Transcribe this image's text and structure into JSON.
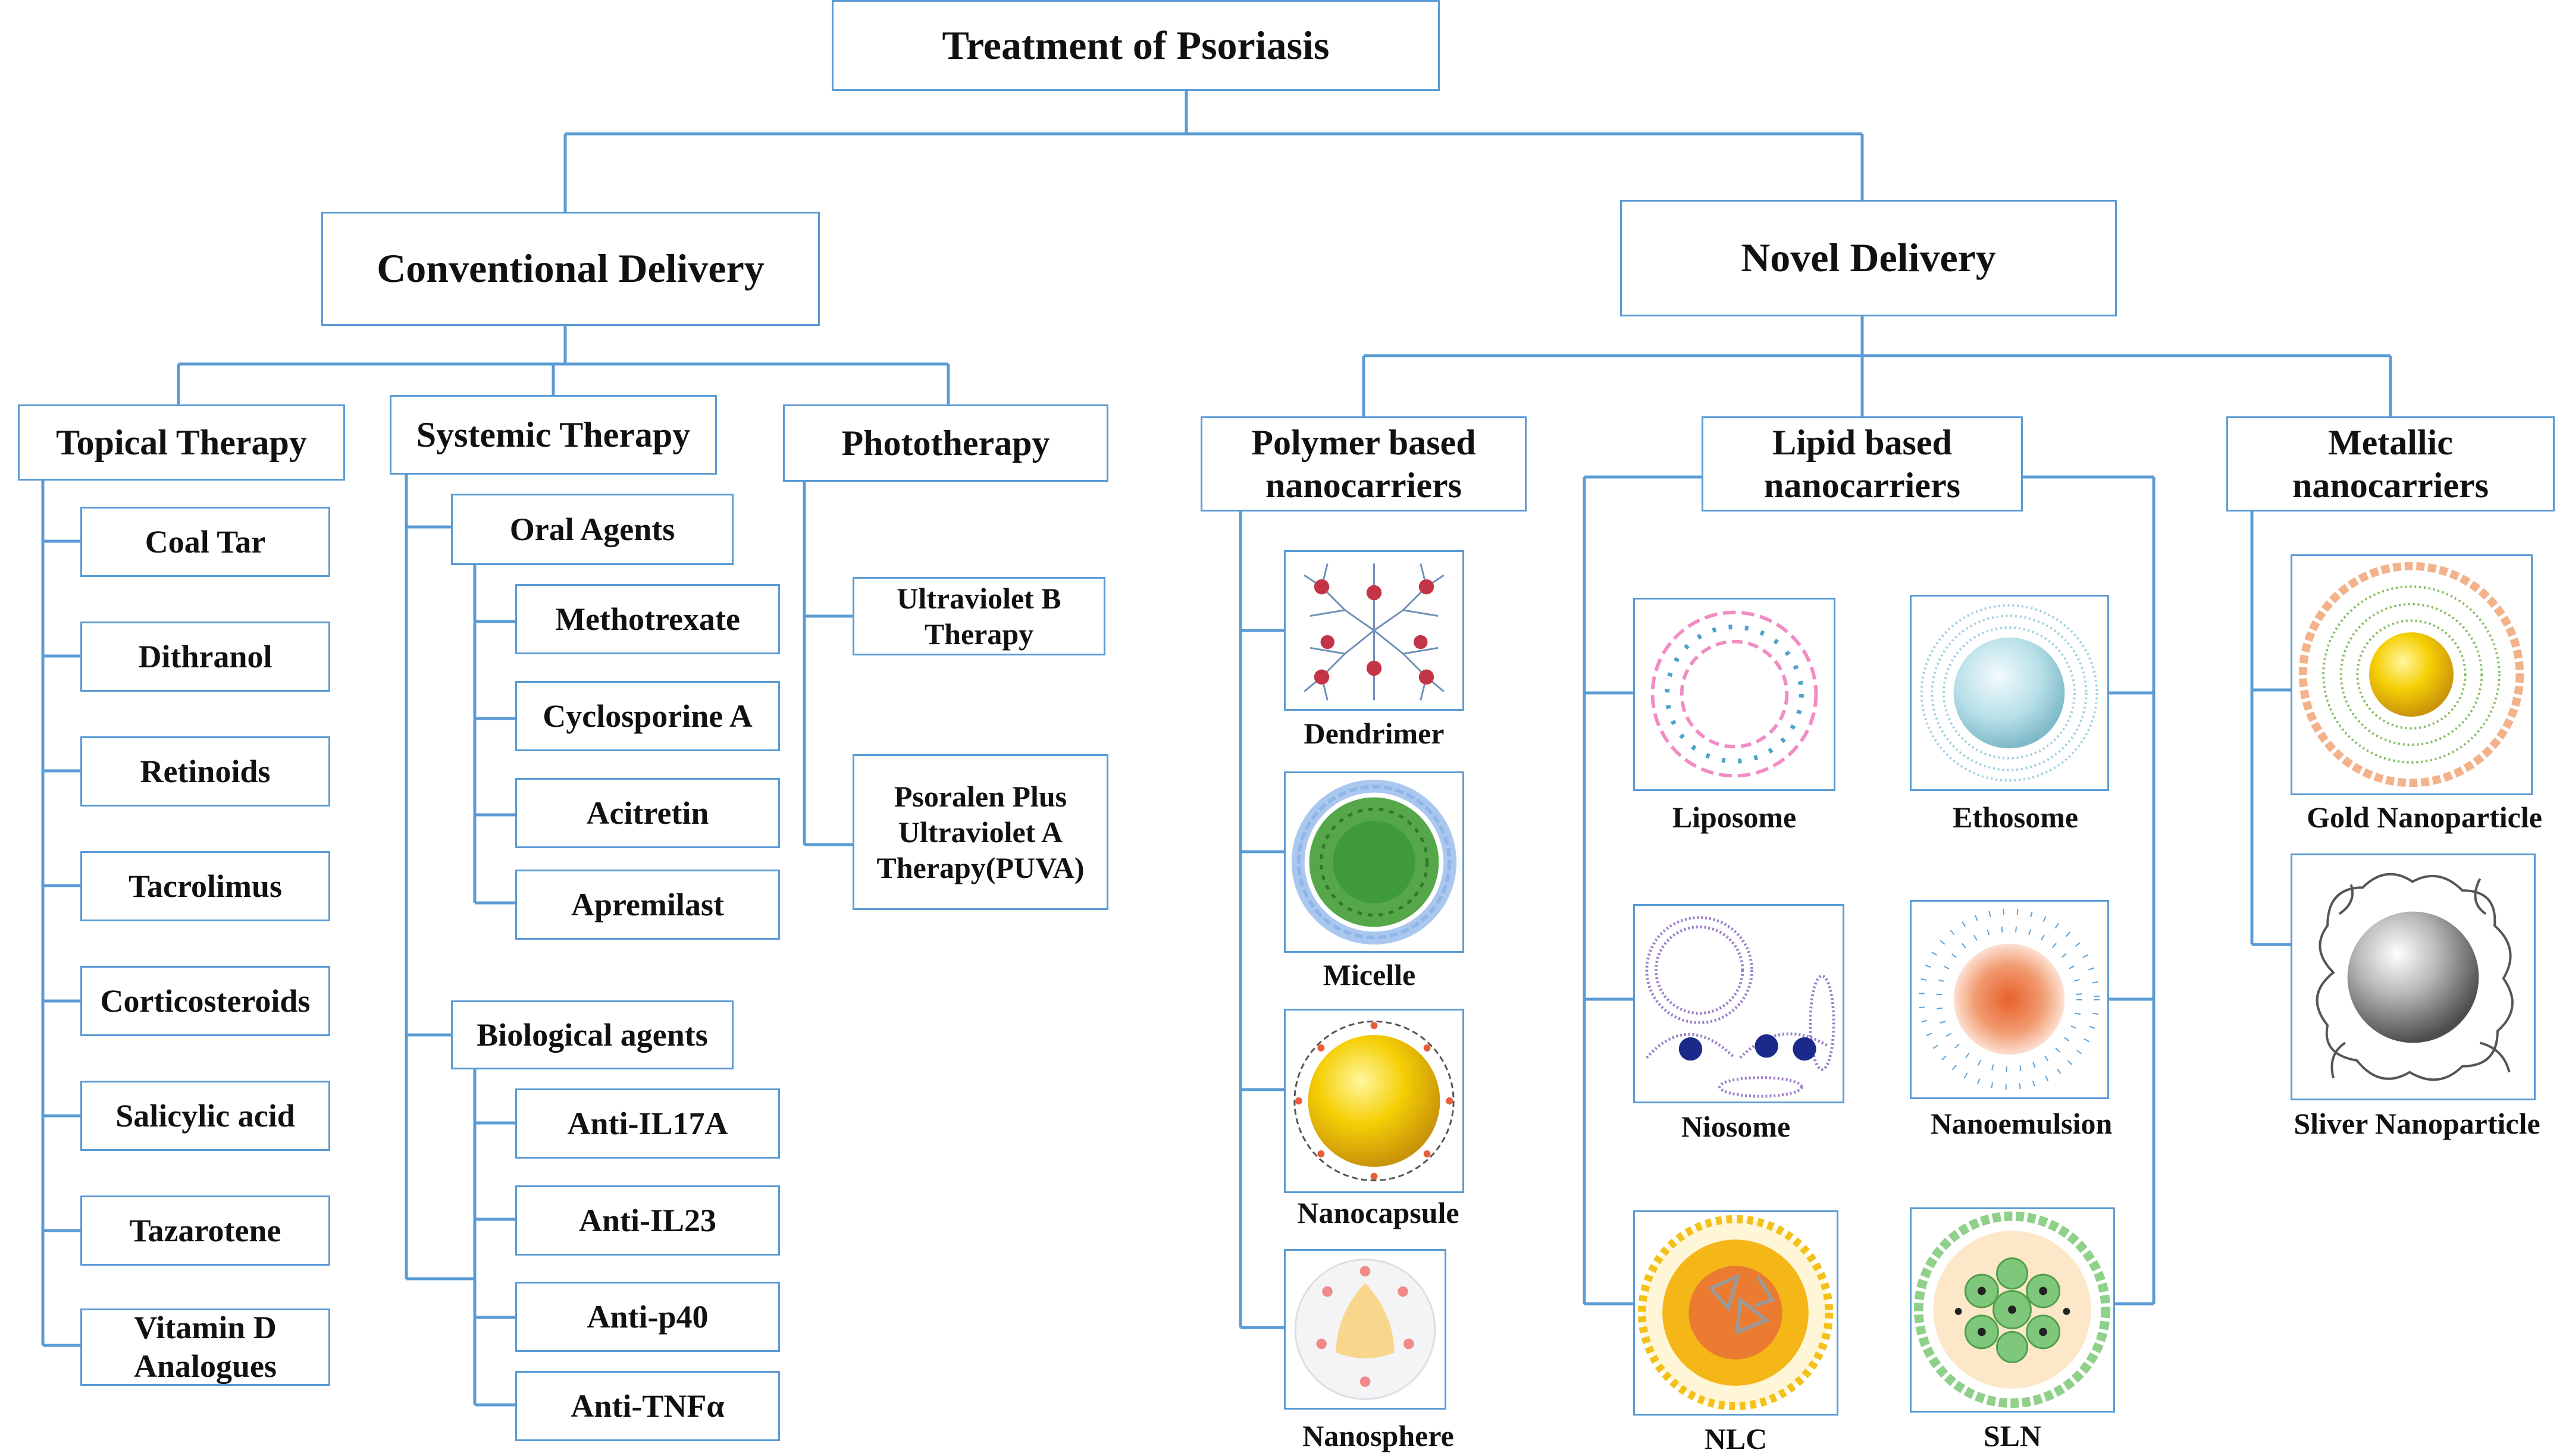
{
  "title": "Treatment of Psoriasis",
  "conventional": {
    "label": "Conventional Delivery",
    "topical": {
      "label": "Topical Therapy",
      "items": [
        "Coal Tar",
        "Dithranol",
        "Retinoids",
        "Tacrolimus",
        "Corticosteroids",
        "Salicylic acid",
        "Tazarotene",
        "Vitamin D\nAnalogues"
      ]
    },
    "systemic": {
      "label": "Systemic  Therapy",
      "oral": {
        "label": "Oral Agents",
        "items": [
          "Methotrexate",
          "Cyclosporine A",
          "Acitretin",
          "Apremilast"
        ]
      },
      "biological": {
        "label": "Biological agents",
        "items": [
          "Anti-IL17A",
          "Anti-IL23",
          "Anti-p40",
          "Anti-TNFα"
        ]
      }
    },
    "photo": {
      "label": "Phototherapy",
      "items": [
        "Ultraviolet B\nTherapy",
        "Psoralen Plus\nUltraviolet A\nTherapy(PUVA)"
      ]
    }
  },
  "novel": {
    "label": "Novel Delivery",
    "polymer": {
      "label": "Polymer  based\nnanocarriers",
      "items": [
        "Dendrimer",
        "Micelle",
        "Nanocapsule",
        "Nanosphere"
      ]
    },
    "lipid": {
      "label": "Lipid based\nnanocarriers",
      "items": [
        "Liposome",
        "Ethosome",
        "Niosome",
        "Nanoemulsion",
        "NLC",
        "SLN"
      ]
    },
    "metallic": {
      "label": "Metallic\nnanocarriers",
      "items": [
        "Gold Nanoparticle",
        "Sliver Nanoparticle"
      ]
    }
  },
  "colors": {
    "line": "#5b9bd5",
    "border": "#5b9bd5"
  }
}
